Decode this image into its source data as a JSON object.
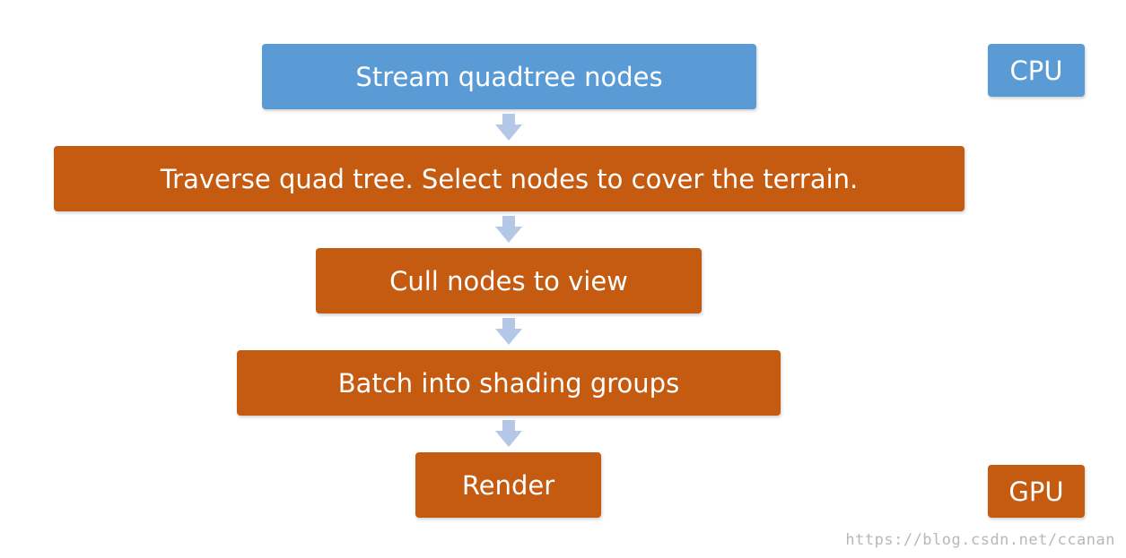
{
  "colors": {
    "cpu_box": "#5b9bd5",
    "step_box": "#c55a11",
    "arrow": "#b4c7e7",
    "text": "#ffffff",
    "watermark": "#b8b8b8"
  },
  "flow": {
    "steps": [
      {
        "label": "Stream quadtree nodes"
      },
      {
        "label": "Traverse quad tree. Select nodes to cover the terrain."
      },
      {
        "label": "Cull nodes to view"
      },
      {
        "label": "Batch into shading groups"
      },
      {
        "label": "Render"
      }
    ]
  },
  "labels": {
    "cpu": "CPU",
    "gpu": "GPU"
  },
  "watermark": "https://blog.csdn.net/ccanan"
}
